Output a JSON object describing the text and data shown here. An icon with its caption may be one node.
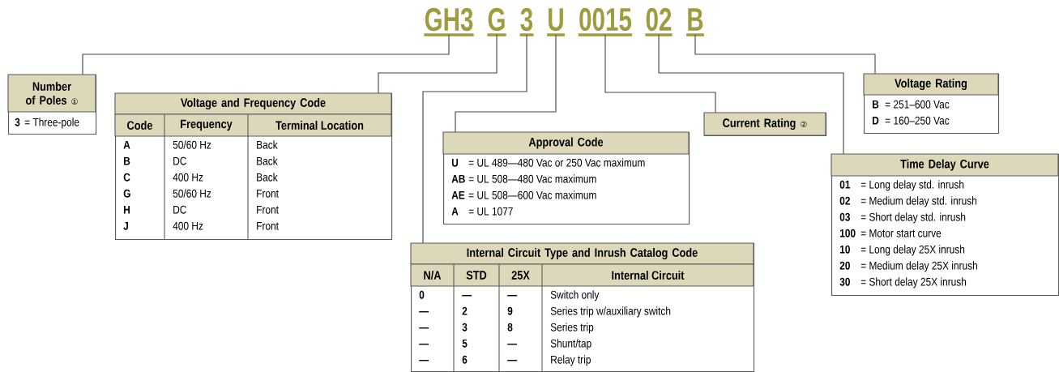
{
  "diagram": {
    "nodes": [
      {
        "text": [
          "GH3"
        ]
      },
      {
        "text": [
          "G"
        ]
      },
      {
        "text": [
          "3"
        ]
      },
      {
        "text": [
          "U"
        ]
      },
      {
        "text": [
          "0015"
        ]
      },
      {
        "text": [
          "02"
        ]
      },
      {
        "text": [
          "B"
        ]
      },
      {
        "text": [
          "Number of Poles ①",
          "3",
          "= Three-pole"
        ]
      },
      {
        "text": [
          "Voltage and Frequency Code",
          "Code",
          "Frequency",
          "Terminal Location",
          "A",
          "50/60 Hz",
          "Back",
          "B",
          "DC",
          "Back",
          "C",
          "400 Hz",
          "Back",
          "G",
          "50/60 Hz",
          "Front",
          "H",
          "DC",
          "Front",
          "J",
          "400 Hz",
          "Front"
        ]
      },
      {
        "text": [
          "Approval Code",
          "U",
          "= UL 489—480 Vac or 250 Vac maximum",
          "AB",
          "= UL 508—480 Vac maximum",
          "AE",
          "= UL 508—600 Vac maximum",
          "A",
          "= UL 1077"
        ]
      },
      {
        "text": [
          "Current Rating ②"
        ]
      },
      {
        "text": [
          "Voltage Rating",
          "B",
          "= 251–600 Vac",
          "D",
          "= 160–250 Vac"
        ]
      },
      {
        "text": [
          "Time Delay Curve",
          "01",
          "= Long delay std. inrush",
          "02",
          "= Medium delay std. inrush",
          "03",
          "= Short delay std. inrush",
          "100",
          "= Motor start curve",
          "10",
          "= Long delay 25X inrush",
          "20",
          "= Medium delay 25X inrush",
          "30",
          "= Short delay 25X inrush"
        ]
      },
      {
        "text": [
          "Internal Circuit Type and Inrush Catalog Code",
          "N/A",
          "STD",
          "25X",
          "Internal Circuit",
          "0",
          "—",
          "—",
          "Switch only",
          "—",
          "2",
          "9",
          "Series trip w/auxiliary switch",
          "—",
          "3",
          "8",
          "Series trip",
          "—",
          "5",
          "—",
          "Shunt/tap",
          "—",
          "6",
          "—",
          "Relay trip"
        ]
      }
    ],
    "edges": [
      {
        "from": 0,
        "to": 7,
        "arrow": "none"
      },
      {
        "from": 1,
        "to": 8,
        "arrow": "none"
      },
      {
        "from": 2,
        "to": 13,
        "arrow": "none"
      },
      {
        "from": 3,
        "to": 9,
        "arrow": "none"
      },
      {
        "from": 4,
        "to": 10,
        "arrow": "none"
      },
      {
        "from": 5,
        "to": 12,
        "arrow": "none"
      },
      {
        "from": 6,
        "to": 11,
        "arrow": "none"
      }
    ]
  }
}
